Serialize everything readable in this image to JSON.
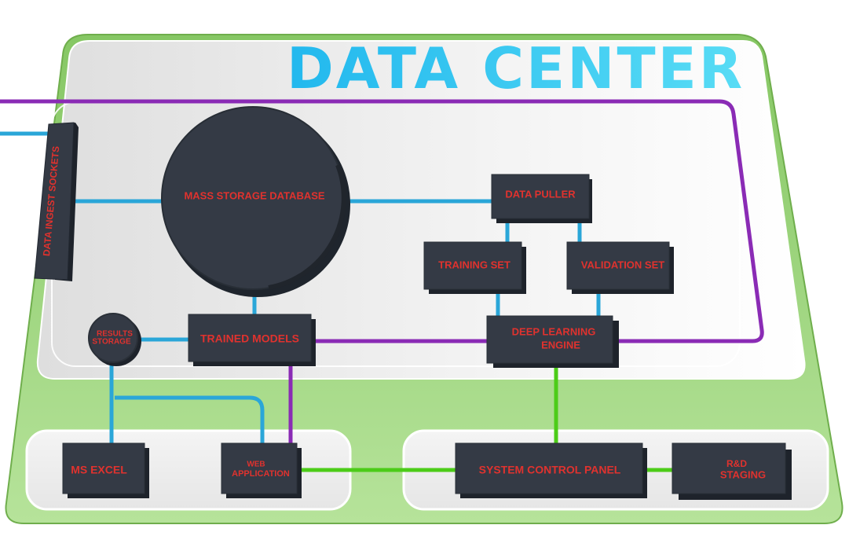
{
  "title": "DATA CENTER",
  "colors": {
    "title": "#2ec4f0",
    "platform": "#8fce6a",
    "panel": "#eeeeee",
    "box": "#343a45",
    "label": "#e0322e",
    "link_blue": "#2aa6d8",
    "link_purple": "#8a2bb5",
    "link_green": "#4ccc18"
  },
  "nodes": {
    "ingest": "DATA INGEST SOCKETS",
    "mass_storage": "MASS STORAGE DATABASE",
    "data_puller": "DATA PULLER",
    "training_set": "TRAINING SET",
    "validation_set": "VALIDATION SET",
    "deep_learning_line1": "DEEP LEARNING",
    "deep_learning_line2": "ENGINE",
    "trained_models": "TRAINED MODELS",
    "results_line1": "RESULTS",
    "results_line2": "STORAGE",
    "ms_excel": "MS EXCEL",
    "web_app_line1": "WEB",
    "web_app_line2": "APPLICATION",
    "control_panel": "SYSTEM CONTROL PANEL",
    "rd_line1": "R&D",
    "rd_line2": "STAGING"
  }
}
